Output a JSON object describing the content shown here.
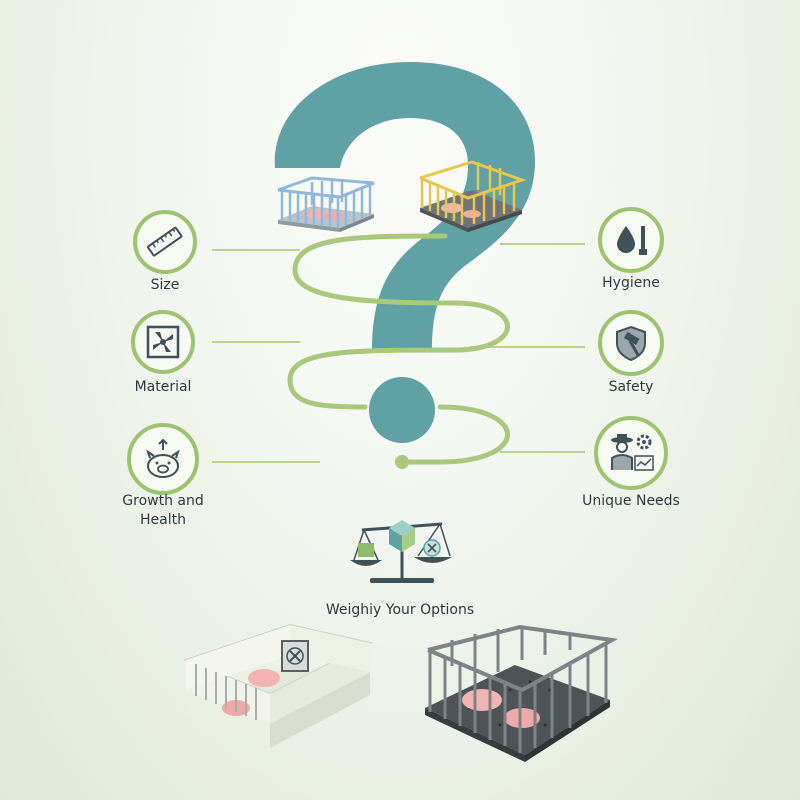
{
  "factors_left": [
    {
      "label": "Size",
      "icon": "ruler-icon"
    },
    {
      "label": "Material",
      "icon": "fan-icon"
    },
    {
      "label": "Growth and\nHealth",
      "icon": "piggy-growth-icon"
    }
  ],
  "factors_right": [
    {
      "label": "Hygiene",
      "icon": "water-drop-icon"
    },
    {
      "label": "Safety",
      "icon": "shield-hammer-icon"
    },
    {
      "label": "Unique Needs",
      "icon": "farmer-gear-icon"
    }
  ],
  "center": {
    "symbol": "?",
    "caption": "Weighiy Your Options"
  },
  "colors": {
    "accent_green": "#9cc46f",
    "question_teal": "#5fa1a4",
    "icon_dark": "#3f5159"
  }
}
